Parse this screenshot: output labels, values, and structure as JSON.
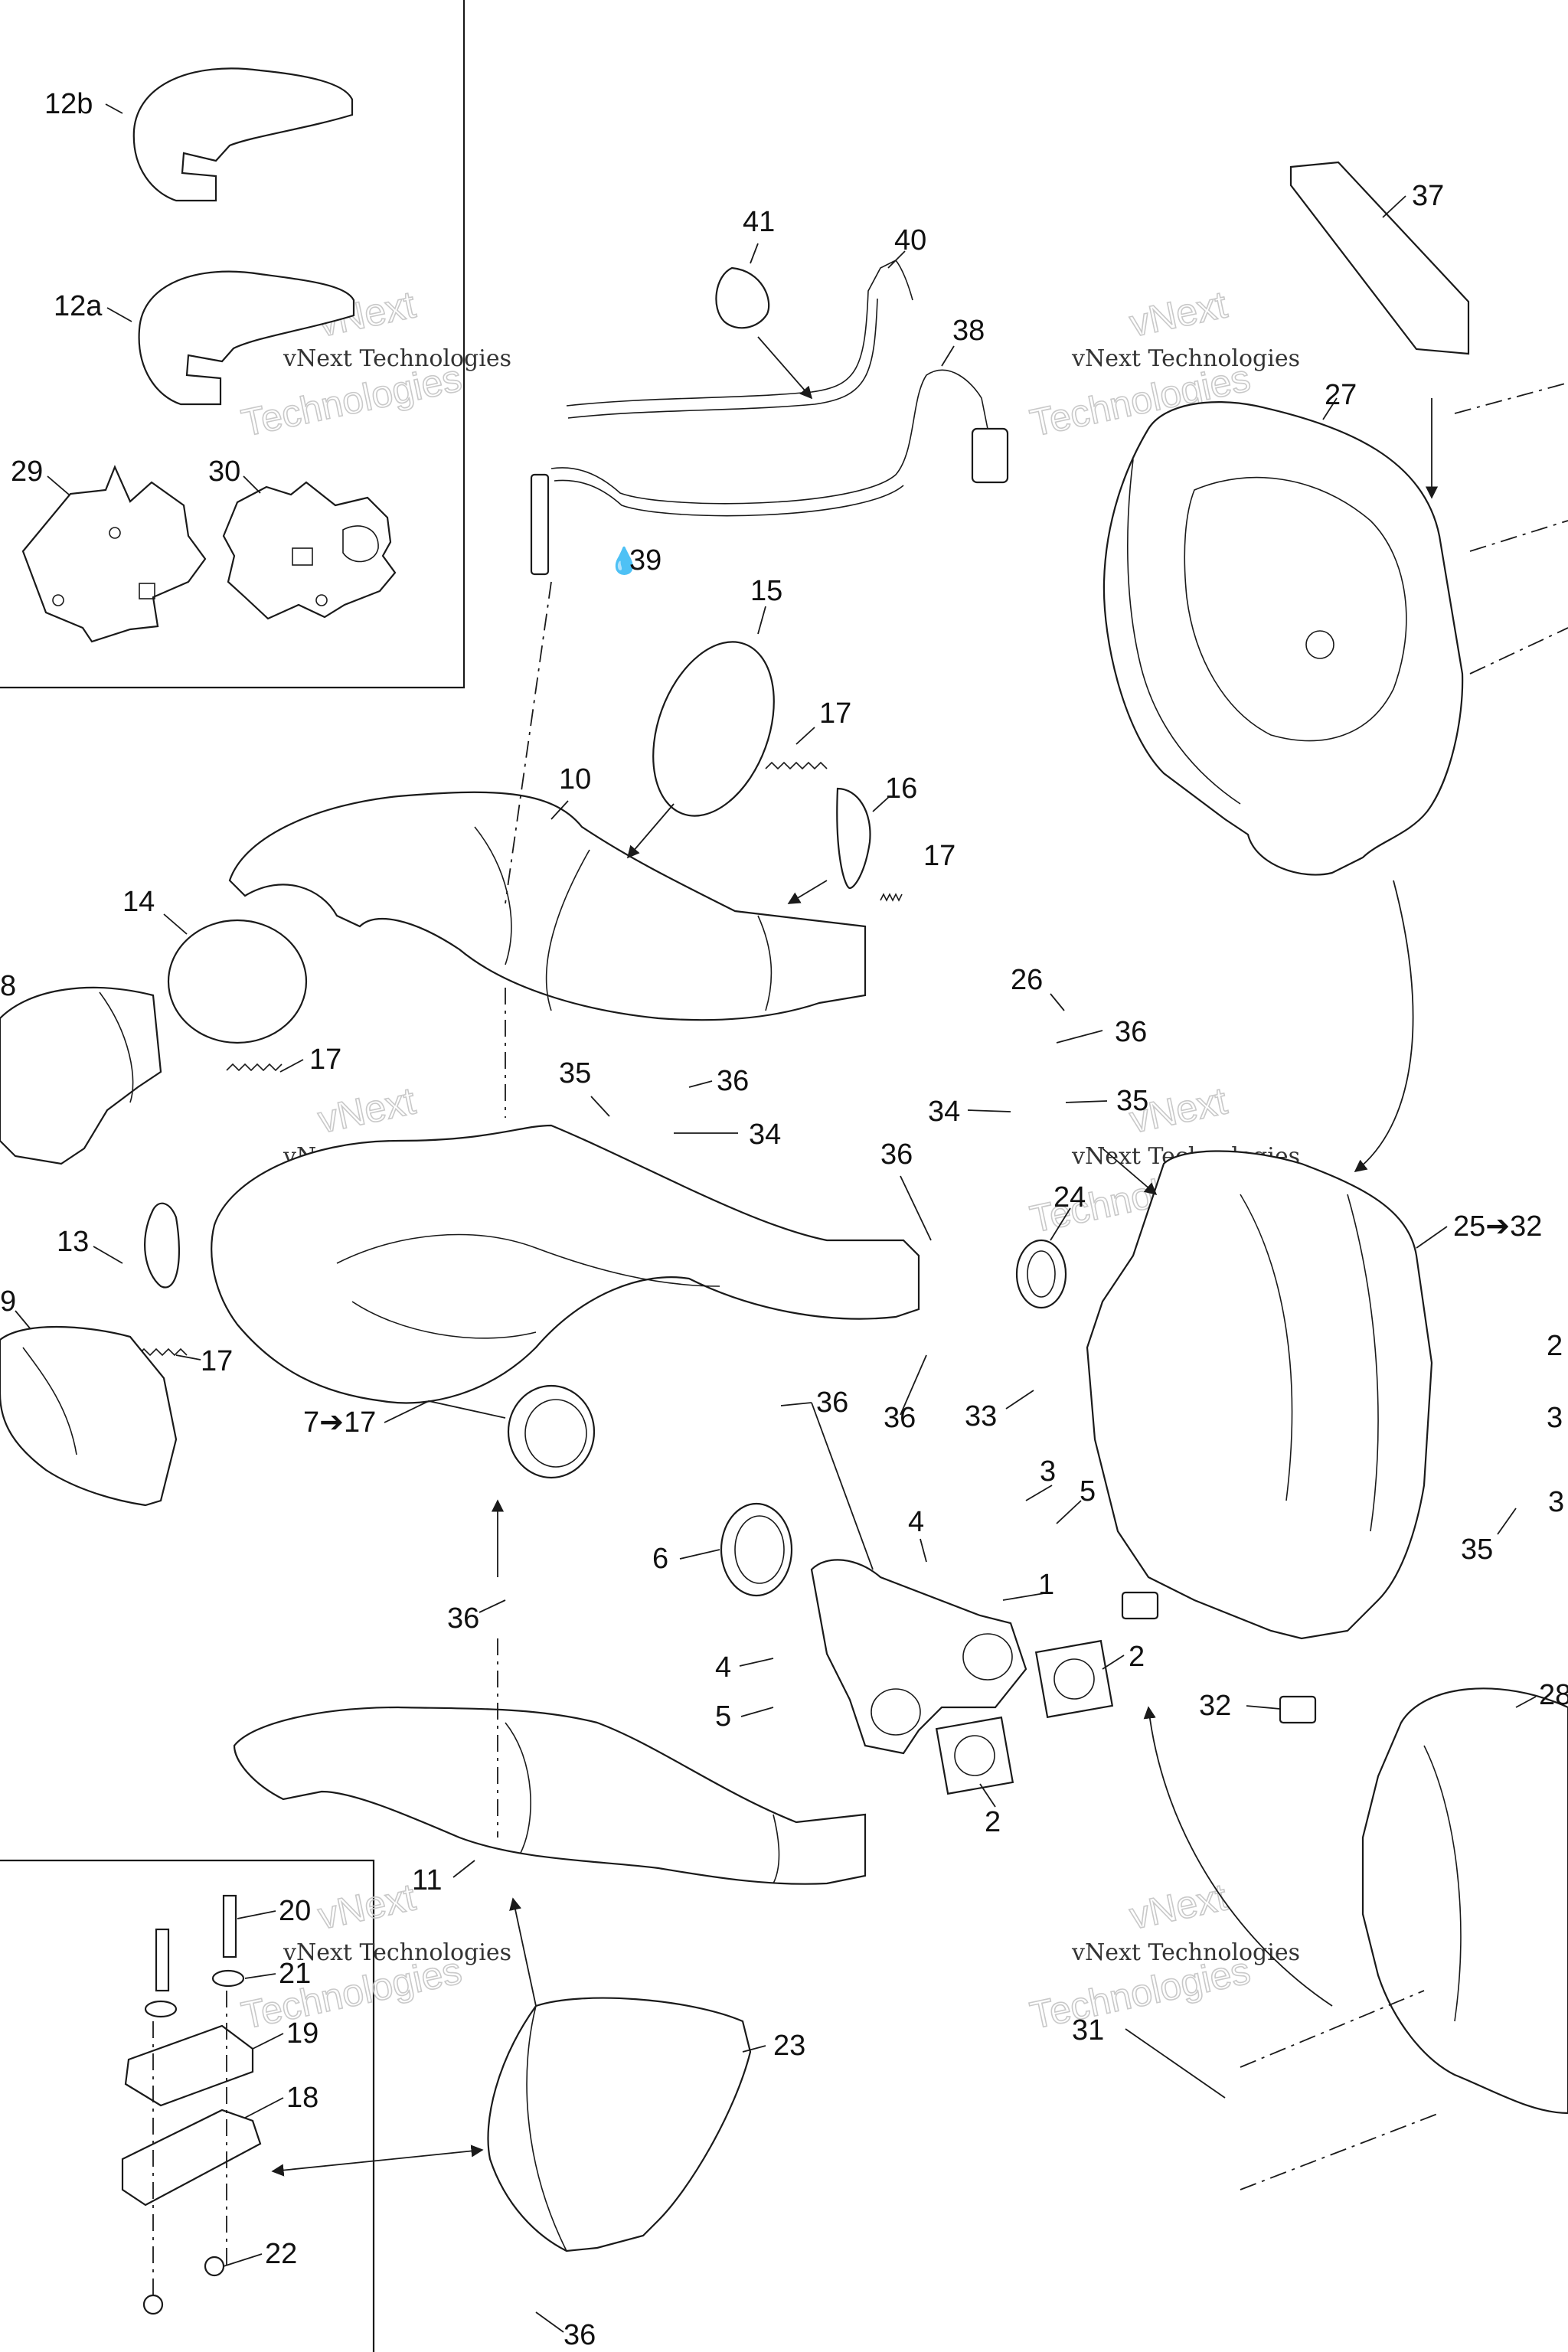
{
  "diagram": {
    "watermark": {
      "line1": "vNext",
      "line2": "vNext Technologies",
      "line3": "Technologies"
    },
    "callouts": [
      "12b",
      "12a",
      "29",
      "30",
      "41",
      "40",
      "38",
      "39",
      "37",
      "27",
      "15",
      "17",
      "10",
      "16",
      "17",
      "14",
      "8",
      "17",
      "26",
      "36",
      "35",
      "36",
      "34",
      "34",
      "35",
      "13",
      "36",
      "24",
      "25➔32",
      "9",
      "17",
      "36",
      "33",
      "7➔17",
      "36",
      "6",
      "3",
      "4",
      "5",
      "1",
      "36",
      "4",
      "5",
      "2",
      "32",
      "2",
      "11",
      "20",
      "21",
      "19",
      "18",
      "22",
      "23",
      "28",
      "31",
      "36",
      "2",
      "3",
      "35",
      "3"
    ]
  }
}
